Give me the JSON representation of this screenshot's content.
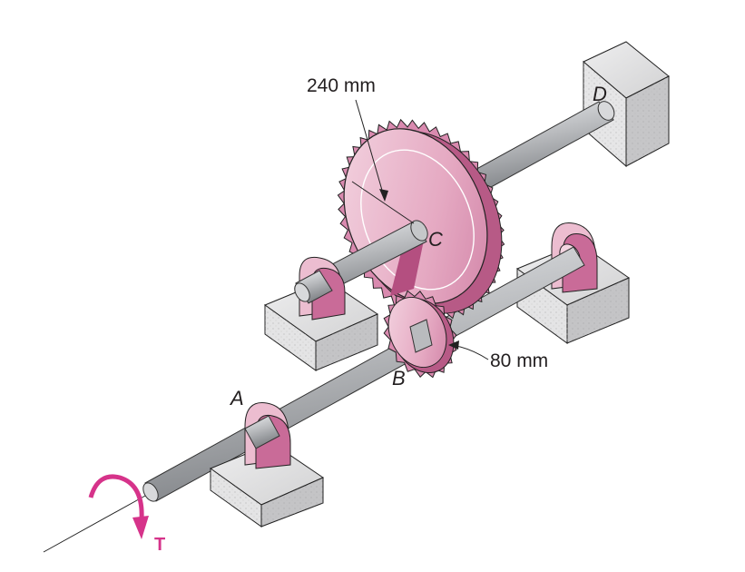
{
  "labels": {
    "large_gear_radius": "240 mm",
    "small_gear_radius": "80 mm",
    "bearing_a": "A",
    "gear_b": "B",
    "gear_c": "C",
    "support_d": "D",
    "torque": "T"
  },
  "colors": {
    "gear_pink": "#e8b4c8",
    "gear_dark": "#b5517f",
    "shaft_gray": "#b9bbbe",
    "block_gray": "#d7d7d8",
    "torque_magenta": "#d6338a"
  }
}
